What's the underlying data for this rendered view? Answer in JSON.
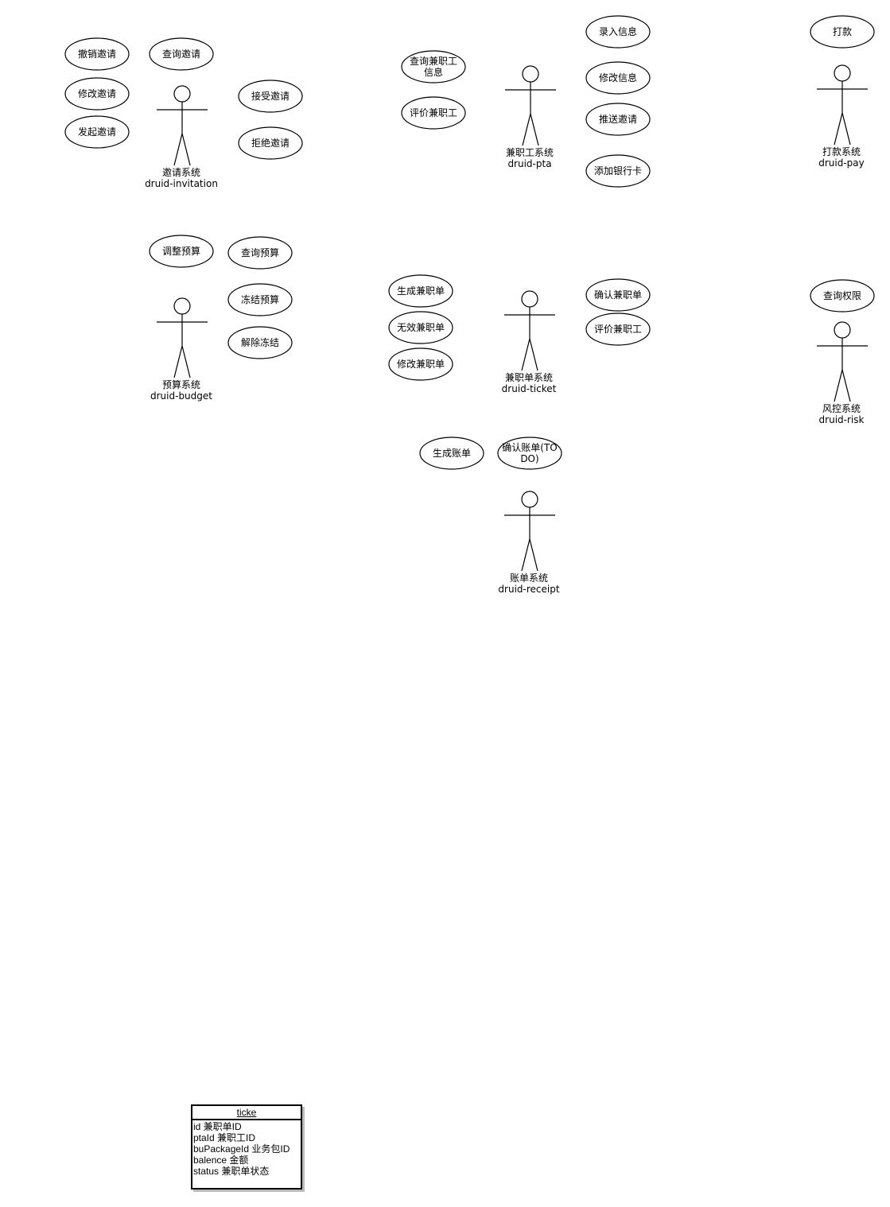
{
  "actors": [
    {
      "id": "invitation",
      "name": "邀请系统",
      "code": "druid-invitation",
      "use_cases": [
        "撤销邀请",
        "查询邀请",
        "修改邀请",
        "接受邀请",
        "发起邀请",
        "拒绝邀请"
      ]
    },
    {
      "id": "pta",
      "name": "兼职工系统",
      "code": "druid-pta",
      "use_cases": [
        "录入信息",
        "查询兼职工信息",
        "修改信息",
        "评价兼职工",
        "推送邀请",
        "添加银行卡"
      ]
    },
    {
      "id": "pay",
      "name": "打款系统",
      "code": "druid-pay",
      "use_cases": [
        "打款"
      ]
    },
    {
      "id": "budget",
      "name": "预算系统",
      "code": "druid-budget",
      "use_cases": [
        "调整预算",
        "查询预算",
        "冻结预算",
        "解除冻结"
      ]
    },
    {
      "id": "ticket",
      "name": "兼职单系统",
      "code": "druid-ticket",
      "use_cases": [
        "生成兼职单",
        "确认兼职单",
        "无效兼职单",
        "评价兼职工",
        "修改兼职单"
      ]
    },
    {
      "id": "risk",
      "name": "风控系统",
      "code": "druid-risk",
      "use_cases": [
        "查询权限"
      ]
    },
    {
      "id": "receipt",
      "name": "账单系统",
      "code": "druid-receipt",
      "use_cases": [
        "生成账单",
        "确认账单(TODO)"
      ]
    }
  ],
  "class_box": {
    "title": "ticke",
    "fields": [
      "id 兼职单ID",
      "ptaId 兼职工ID",
      "buPackageId 业务包ID",
      "balence 金额",
      "status 兼职单状态"
    ]
  }
}
